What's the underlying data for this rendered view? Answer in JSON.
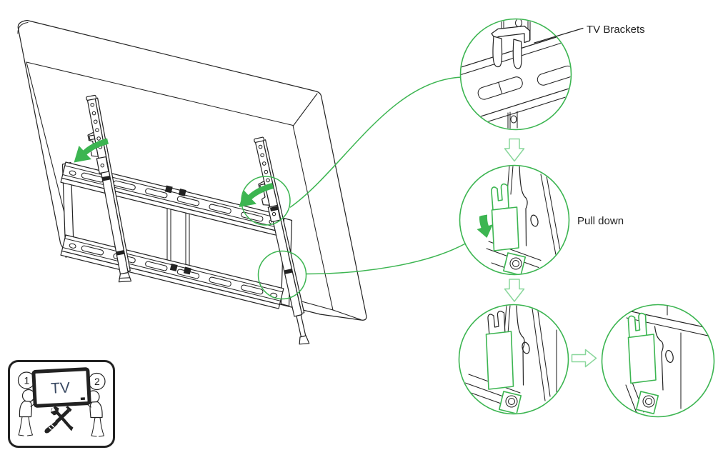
{
  "labels": {
    "tv_brackets": "TV Brackets",
    "pull_down": "Pull down"
  },
  "icon_panel": {
    "tv_label": "TV",
    "person_left_number": "1",
    "person_right_number": "2"
  },
  "colors": {
    "accent_green": "#3cb551",
    "accent_green_light": "#8ad79c",
    "line": "#222222",
    "tv_label_color": "#3a4a63",
    "background": "#ffffff"
  }
}
